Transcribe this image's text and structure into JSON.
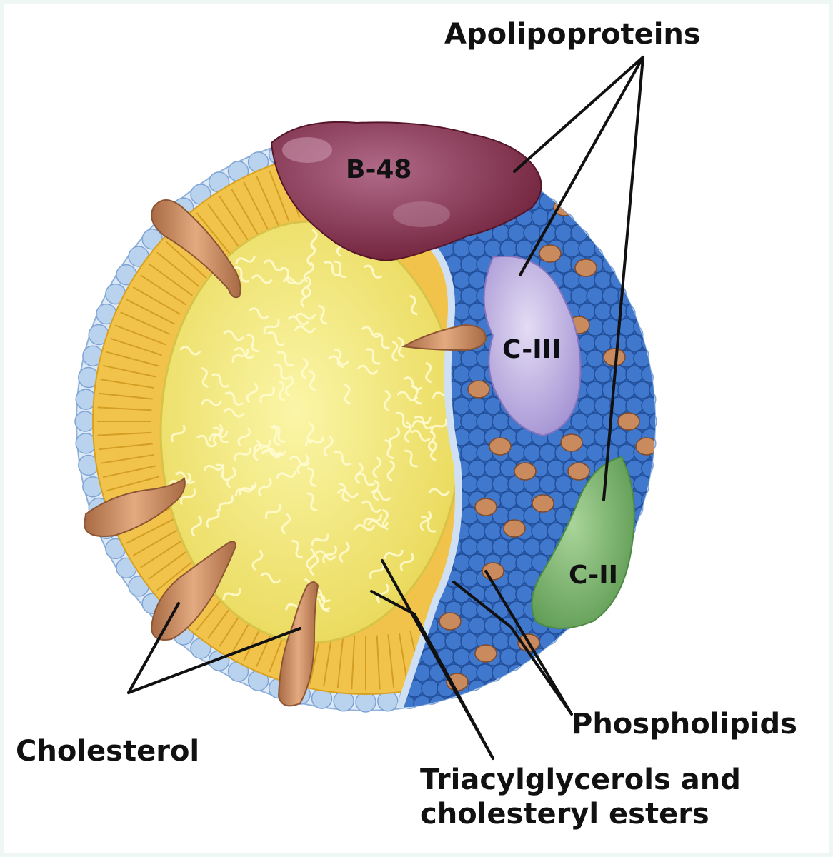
{
  "labels": {
    "apolipoproteins": "Apolipoproteins",
    "cholesterol": "Cholesterol",
    "phospholipids": "Phospholipids",
    "triacylglycerols": "Triacylglycerols and\ncholesteryl esters",
    "b48": "B-48",
    "c3": "C-III",
    "c2": "C-II"
  },
  "colors": {
    "phospholipid_head_outer": "#b9d3ee",
    "phospholipid_head_inner": "#3f78cc",
    "tail_layer": "#f3c64d",
    "core": "#f5ec77",
    "apo_b48": "#7e2b45",
    "apo_c3": "#b6a8dc",
    "apo_c2": "#73aa64",
    "cholesterol": "#c98a5e",
    "ink": "#111111"
  }
}
